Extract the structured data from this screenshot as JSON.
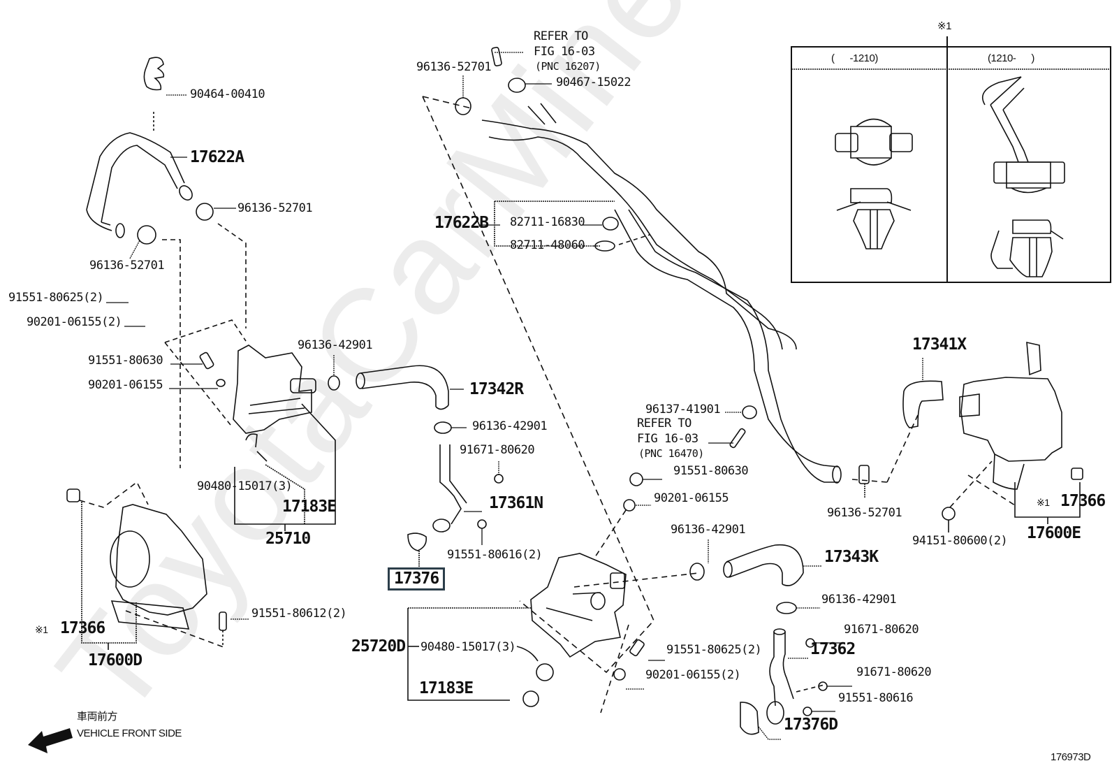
{
  "diagram": {
    "figure_id": "176973D",
    "watermark": "ToyotaCarMine.ru",
    "direction": {
      "jp": "車両前方",
      "en": "VEHICLE FRONT SIDE"
    },
    "inset": {
      "note_mark": "※1",
      "col_left_header": "(      -1210)",
      "col_right_header": "(1210-      )"
    },
    "refer_notes": [
      {
        "line1": "REFER TO",
        "line2": "FIG 16-03",
        "line3": "(PNC 16207)"
      },
      {
        "line1": "REFER TO",
        "line2": "FIG 16-03",
        "line3": "(PNC 16470)"
      }
    ],
    "labels": {
      "p90464_00410": "90464-00410",
      "p17622A": "17622A",
      "p96136_52701_a": "96136-52701",
      "p96136_52701_b": "96136-52701",
      "p96136_52701_c": "96136-52701",
      "p96136_52701_d": "96136-52701",
      "p91551_80625_2_a": "91551-80625(2)",
      "p90201_06155_2_a": "90201-06155(2)",
      "p91551_80630_a": "91551-80630",
      "p90201_06155_a": "90201-06155",
      "p96136_42901_a": "96136-42901",
      "p17342R": "17342R",
      "p96136_42901_b": "96136-42901",
      "p91671_80620_a": "91671-80620",
      "p17361N": "17361N",
      "p91551_80616_2": "91551-80616(2)",
      "p17376": "17376",
      "p90480_15017_3_a": "90480-15017(3)",
      "p17183E_a": "17183E",
      "p25710": "25710",
      "p91551_80612_2": "91551-80612(2)",
      "p17366_a": "17366",
      "p17600D": "17600D",
      "p90467_15022": "90467-15022",
      "p17622B": "17622B",
      "p82711_16830": "82711-16830",
      "p82711_48060": "82711-48060",
      "p96137_41901": "96137-41901",
      "p91551_80630_b": "91551-80630",
      "p90201_06155_b": "90201-06155",
      "p96136_42901_c": "96136-42901",
      "p17343K": "17343K",
      "p96136_42901_d": "96136-42901",
      "p25720D": "25720D",
      "p90480_15017_3_b": "90480-15017(3)",
      "p17183E_b": "17183E",
      "p91551_80625_2_b": "91551-80625(2)",
      "p90201_06155_2_b": "90201-06155(2)",
      "p91671_80620_b": "91671-80620",
      "p17362": "17362",
      "p91671_80620_c": "91671-80620",
      "p91551_80616": "91551-80616",
      "p17376D": "17376D",
      "p17341X": "17341X",
      "p94151_80600_2": "94151-80600(2)",
      "p17366_b": "17366",
      "p17600E": "17600E",
      "note_mark_a": "※1",
      "note_mark_b": "※1"
    }
  }
}
